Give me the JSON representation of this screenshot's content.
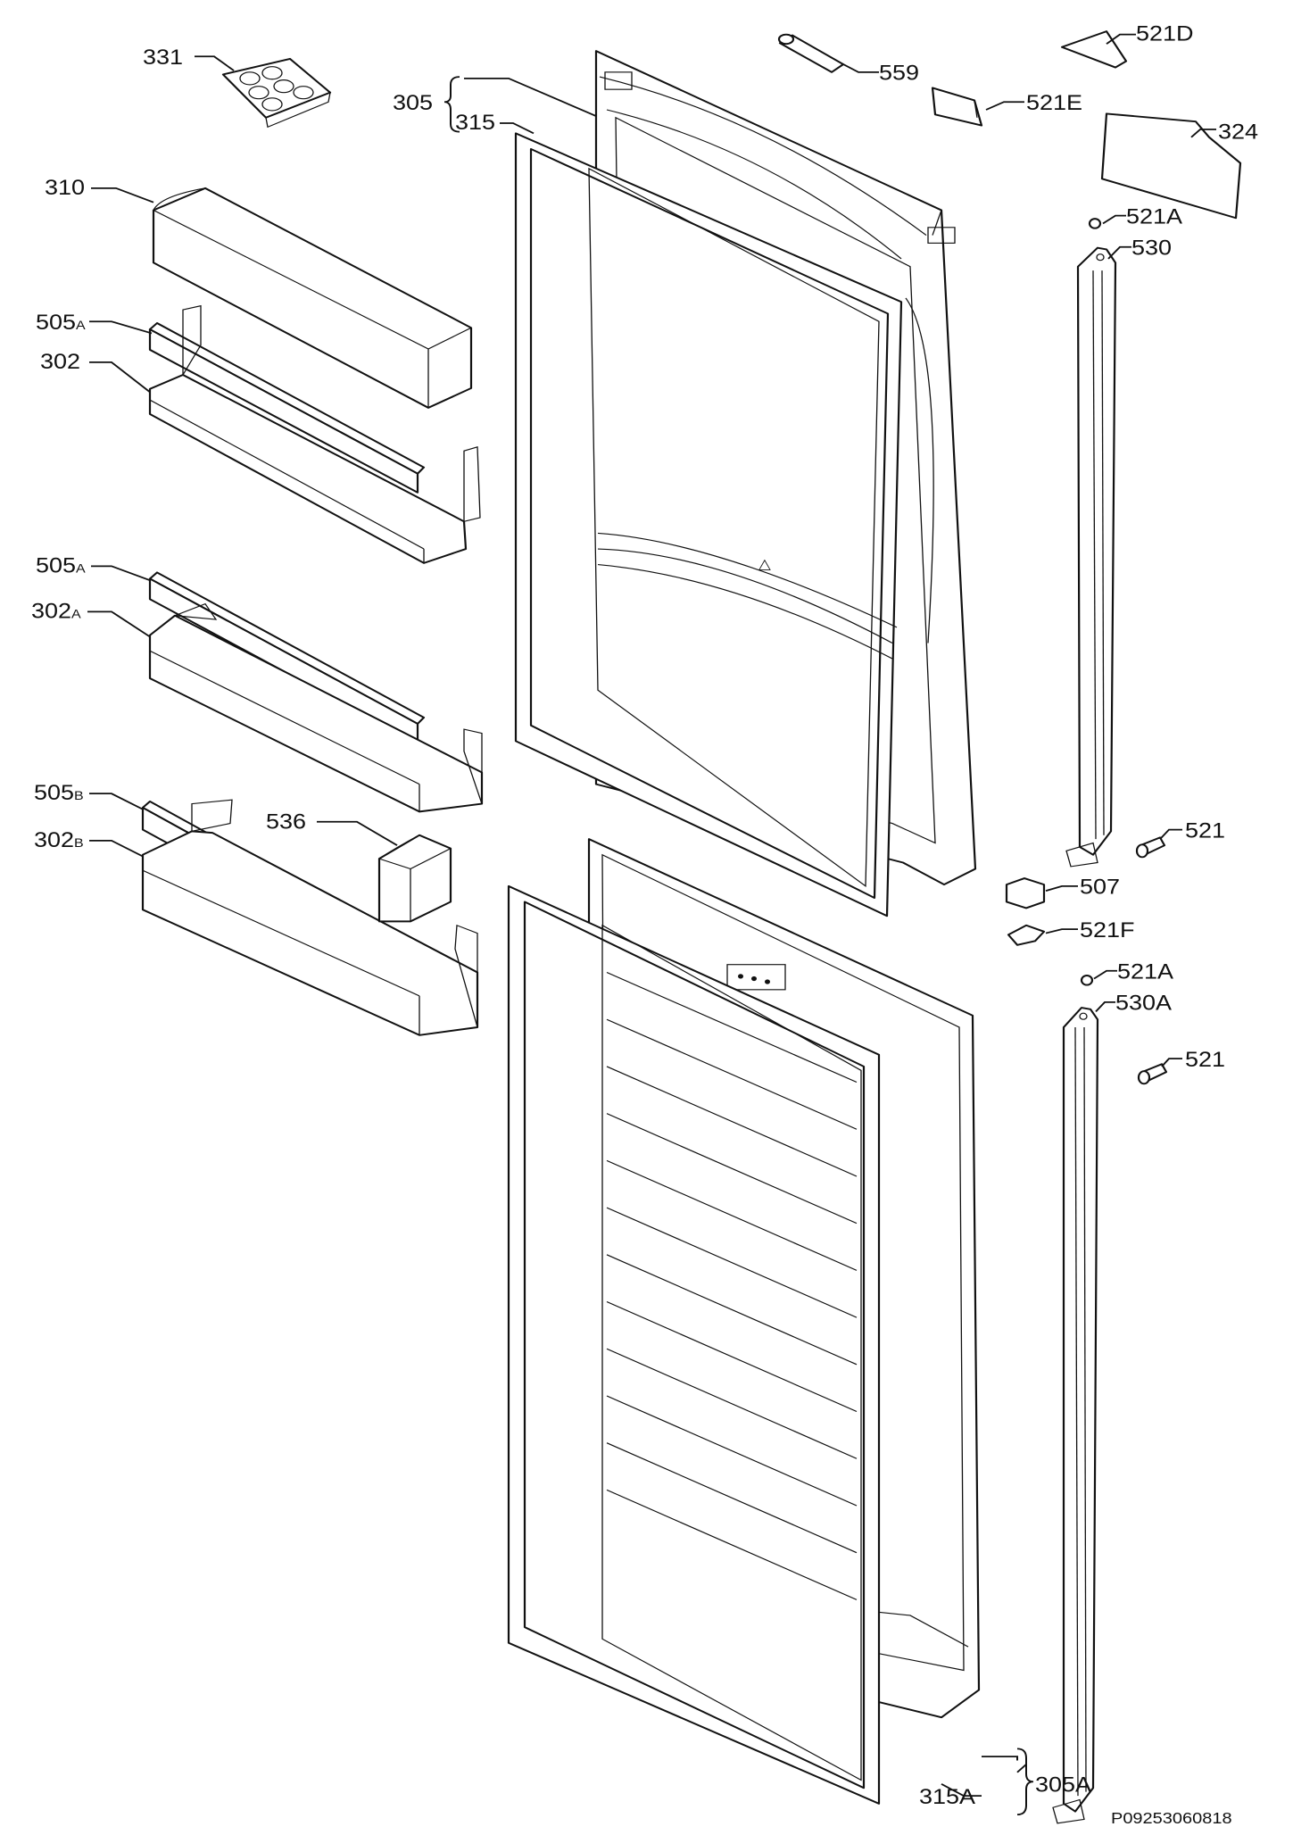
{
  "labels": {
    "l331": "331",
    "l310": "310",
    "l505a_1": "505",
    "l505a_1_s": "A",
    "l302": "302",
    "l505a_2": "505",
    "l505a_2_s": "A",
    "l302a": "302",
    "l302a_s": "A",
    "l505b": "505",
    "l505b_s": "B",
    "l302b": "302",
    "l302b_s": "B",
    "l536": "536",
    "l305": "305",
    "l315": "315",
    "l559": "559",
    "l521d": "521D",
    "l521e": "521E",
    "l324": "324",
    "l521a_1": "521A",
    "l530": "530",
    "l521_1": "521",
    "l507": "507",
    "l521f": "521F",
    "l521a_2": "521A",
    "l530a": "530A",
    "l521_2": "521",
    "l315a": "315A",
    "l305a": "305A"
  },
  "drawing_code": "P09253060818"
}
